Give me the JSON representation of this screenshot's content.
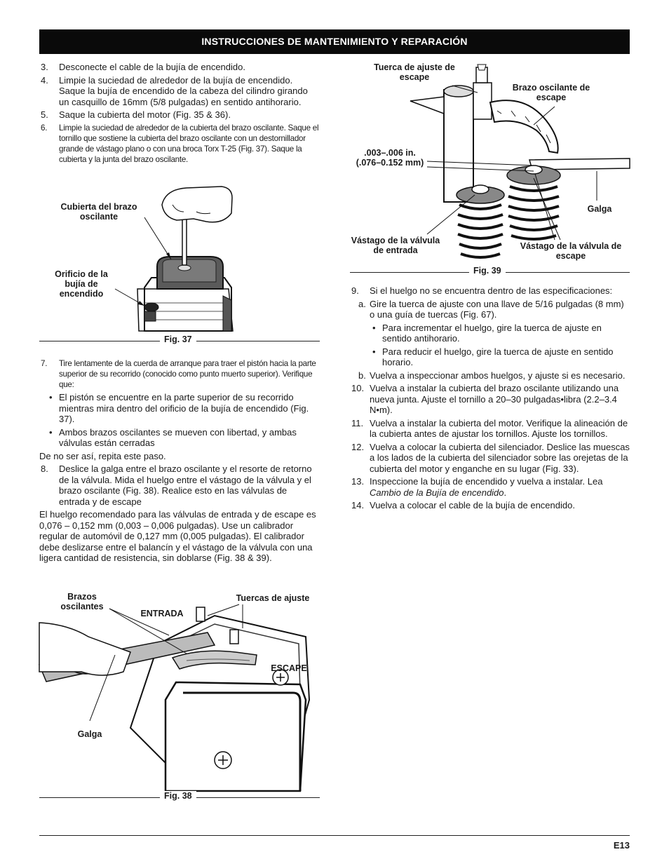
{
  "header": {
    "title": "INSTRUCCIONES DE MANTENIMIENTO Y REPARACIÓN"
  },
  "left": {
    "steps_a": [
      {
        "num": "3.",
        "text": "Desconecte el cable de la bujía de encendido."
      },
      {
        "num": "4.",
        "text": "Limpie la suciedad de alrededor de la bujía de encendido. Saque la bujía de encendido de la cabeza del cilindro girando un casquillo de 16mm (5/8 pulgadas) en sentido antihorario."
      },
      {
        "num": "5.",
        "text": "Saque la cubierta del motor (Fig. 35 & 36)."
      },
      {
        "num": "6.",
        "text": "Limpie la suciedad de alrededor de la cubierta del brazo oscilante. Saque el tornillo que sostiene la cubierta del brazo oscilante con un destornillador grande de vástago plano o con una broca Torx T-25  (Fig. 37). Saque la cubierta y la junta del brazo oscilante."
      }
    ],
    "fig37": {
      "caption": "Fig. 37",
      "label_cover": "Cubierta del brazo oscilante",
      "label_hole": "Orificio de la bujía de encendido"
    },
    "step7": {
      "num": "7.",
      "text": "Tire lentamente de la cuerda de arranque para traer el pistón hacia la parte superior de su recorrido (conocido como punto muerto superior). Verifique que:"
    },
    "bullets7": [
      "El pistón se encuentre en la parte superior de su recorrido mientras mira dentro del orificio de la bujía de encendido (Fig. 37).",
      "Ambos brazos oscilantes se mueven con libertad, y ambas válvulas están cerradas"
    ],
    "repeat": "De no ser así, repita este paso.",
    "step8": {
      "num": "8.",
      "text": "Deslice la galga entre el brazo oscilante y el resorte de retorno de la válvula. Mida el huelgo entre el vástago de la válvula y el brazo oscilante  (Fig. 38). Realice esto en las válvulas de entrada y de escape"
    },
    "gap_para": "El huelgo recomendado para las válvulas de entrada y de escape es 0,076 – 0,152 mm (0,003 – 0,006 pulgadas). Use un calibrador regular de automóvil de 0,127 mm (0,005 pulgadas). El calibrador debe deslizarse entre el balancín y el vástago de la válvula con una ligera cantidad de resistencia, sin doblarse (Fig. 38 & 39).",
    "fig38": {
      "caption": "Fig. 38",
      "label_arms": "Brazos oscilantes",
      "label_intake": "ENTRADA",
      "label_nuts": "Tuercas de ajuste",
      "label_exhaust": "ESCAPE",
      "label_gauge": "Galga"
    }
  },
  "right": {
    "fig39": {
      "caption": "Fig. 39",
      "label_nut": "Tuerca de ajuste de escape",
      "label_arm": "Brazo oscilante de escape",
      "label_gap": ".003–.006 in. (.076–0.152 mm)",
      "label_gauge": "Galga",
      "label_intake_stem": "Vástago de la válvula de entrada",
      "label_exhaust_stem": "Vástago de la válvula de escape"
    },
    "step9": {
      "num": "9.",
      "text": "Si el huelgo no se encuentra dentro de las especificaciones:"
    },
    "sub_a": {
      "num": "a.",
      "text": "Gire la tuerca de ajuste con una llave de 5/16 pulgadas (8 mm) o una guía de tuercas (Fig. 67)."
    },
    "sub_a_bullets": [
      "Para incrementar el huelgo, gire la tuerca de ajuste en sentido antihorario.",
      "Para reducir el huelgo, gire la tuerca de ajuste en sentido horario."
    ],
    "sub_b": {
      "num": "b.",
      "text": "Vuelva a inspeccionar ambos huelgos, y ajuste si es necesario."
    },
    "steps_b": [
      {
        "num": "10.",
        "text": "Vuelva a instalar la cubierta del brazo oscilante utilizando una nueva junta. Ajuste el tornillo a 20–30 pulgadas•libra (2.2–3.4 N•m)."
      },
      {
        "num": "11.",
        "text": "Vuelva a instalar la cubierta del motor. Verifique la alineación de la cubierta antes de ajustar los tornillos. Ajuste los tornillos."
      },
      {
        "num": "12.",
        "text": "Vuelva a colocar la cubierta del silenciador. Deslice las muescas a los lados de la cubierta del silenciador sobre las orejetas de la cubierta del motor y enganche en su lugar (Fig. 33)."
      }
    ],
    "step13": {
      "num": "13.",
      "text_before": "Inspeccione la bujía de encendido y vuelva a instalar. Lea ",
      "text_em": "Cambio de la Bujía de encendido",
      "text_after": "."
    },
    "step14": {
      "num": "14.",
      "text": "Vuelva a colocar el cable de la bujía de encendido."
    }
  },
  "footer": {
    "page": "E13"
  }
}
